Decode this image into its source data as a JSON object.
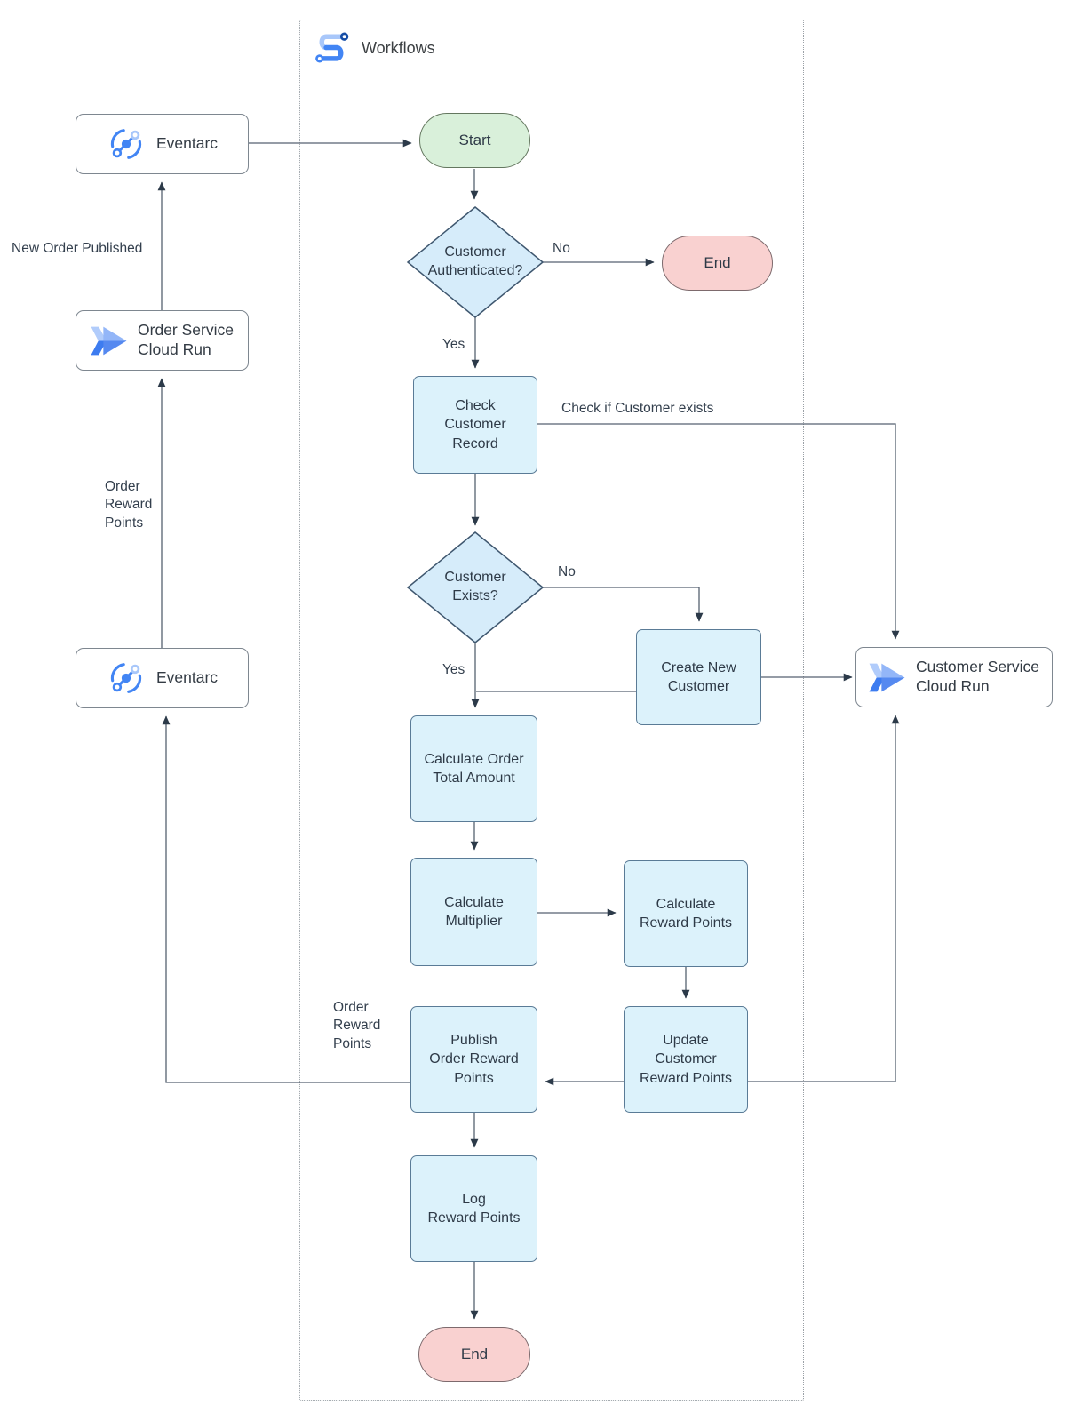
{
  "diagram": {
    "title": "Workflows"
  },
  "external": {
    "eventarc_top": "Eventarc",
    "order_service": "Order Service\nCloud Run",
    "eventarc_bottom": "Eventarc",
    "customer_service": "Customer Service\nCloud Run"
  },
  "nodes": {
    "start": "Start",
    "end_top": "End",
    "end_bottom": "End",
    "customer_authenticated": "Customer\nAuthenticated?",
    "check_customer_record": "Check\nCustomer\nRecord",
    "customer_exists": "Customer\nExists?",
    "create_new_customer": "Create New\nCustomer",
    "calculate_order_total": "Calculate Order\nTotal Amount",
    "calculate_multiplier": "Calculate\nMultiplier",
    "calculate_reward_points": "Calculate\nReward Points",
    "update_customer_reward_points": "Update\nCustomer\nReward Points",
    "publish_order_reward_points": "Publish\nOrder Reward\nPoints",
    "log_reward_points": "Log\nReward Points"
  },
  "edge_labels": {
    "auth_no": "No",
    "auth_yes": "Yes",
    "check_if_customer_exists": "Check if Customer exists",
    "exists_no": "No",
    "exists_yes": "Yes",
    "new_order_published": "New Order Published",
    "order_reward_points_left": "Order\nReward\nPoints",
    "order_reward_points_publish": "Order\nReward\nPoints"
  },
  "colors": {
    "process_fill": "#dcf2fb",
    "process_stroke": "#5a7b96",
    "decision_fill": "#d6ecfa",
    "decision_stroke": "#3f576f",
    "start_fill": "#d9f0da",
    "end_fill": "#f9d1d0",
    "connector": "#566270",
    "arrowhead": "#2c3a49",
    "accent_blue": "#4285f4",
    "accent_light_blue": "#a8c7fa"
  }
}
